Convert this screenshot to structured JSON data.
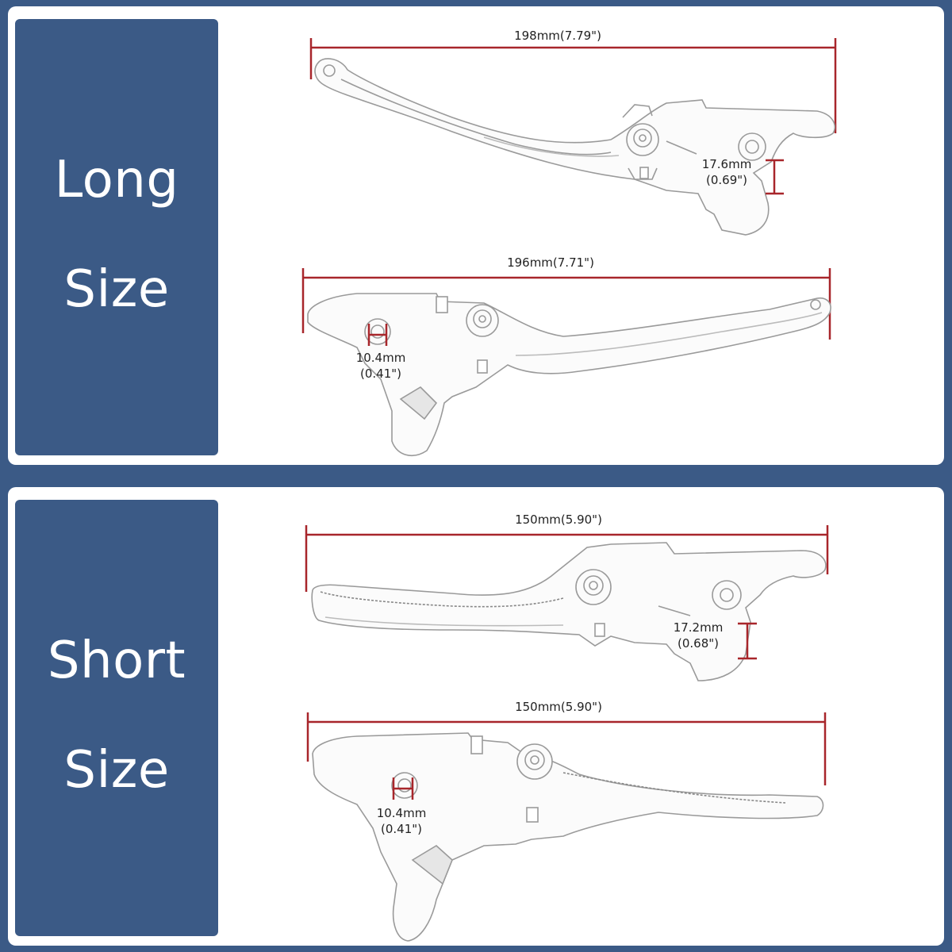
{
  "panels": [
    {
      "label_line1": "Long",
      "label_line2": "Size",
      "lever_top": {
        "length_label": "198mm(7.79\")",
        "width_label_1": "17.6mm",
        "width_label_2": "(0.69\")"
      },
      "lever_bottom": {
        "length_label": "196mm(7.71\")",
        "hole_label_1": "10.4mm",
        "hole_label_2": "(0.41\")"
      }
    },
    {
      "label_line1": "Short",
      "label_line2": "Size",
      "lever_top": {
        "length_label": "150mm(5.90\")",
        "width_label_1": "17.2mm",
        "width_label_2": "(0.68\")"
      },
      "lever_bottom": {
        "length_label": "150mm(5.90\")",
        "hole_label_1": "10.4mm",
        "hole_label_2": "(0.41\")"
      }
    }
  ],
  "colors": {
    "background": "#3b5a86",
    "panel": "#ffffff",
    "dimension_line": "#a8262b",
    "outline": "#9a9a9a"
  }
}
